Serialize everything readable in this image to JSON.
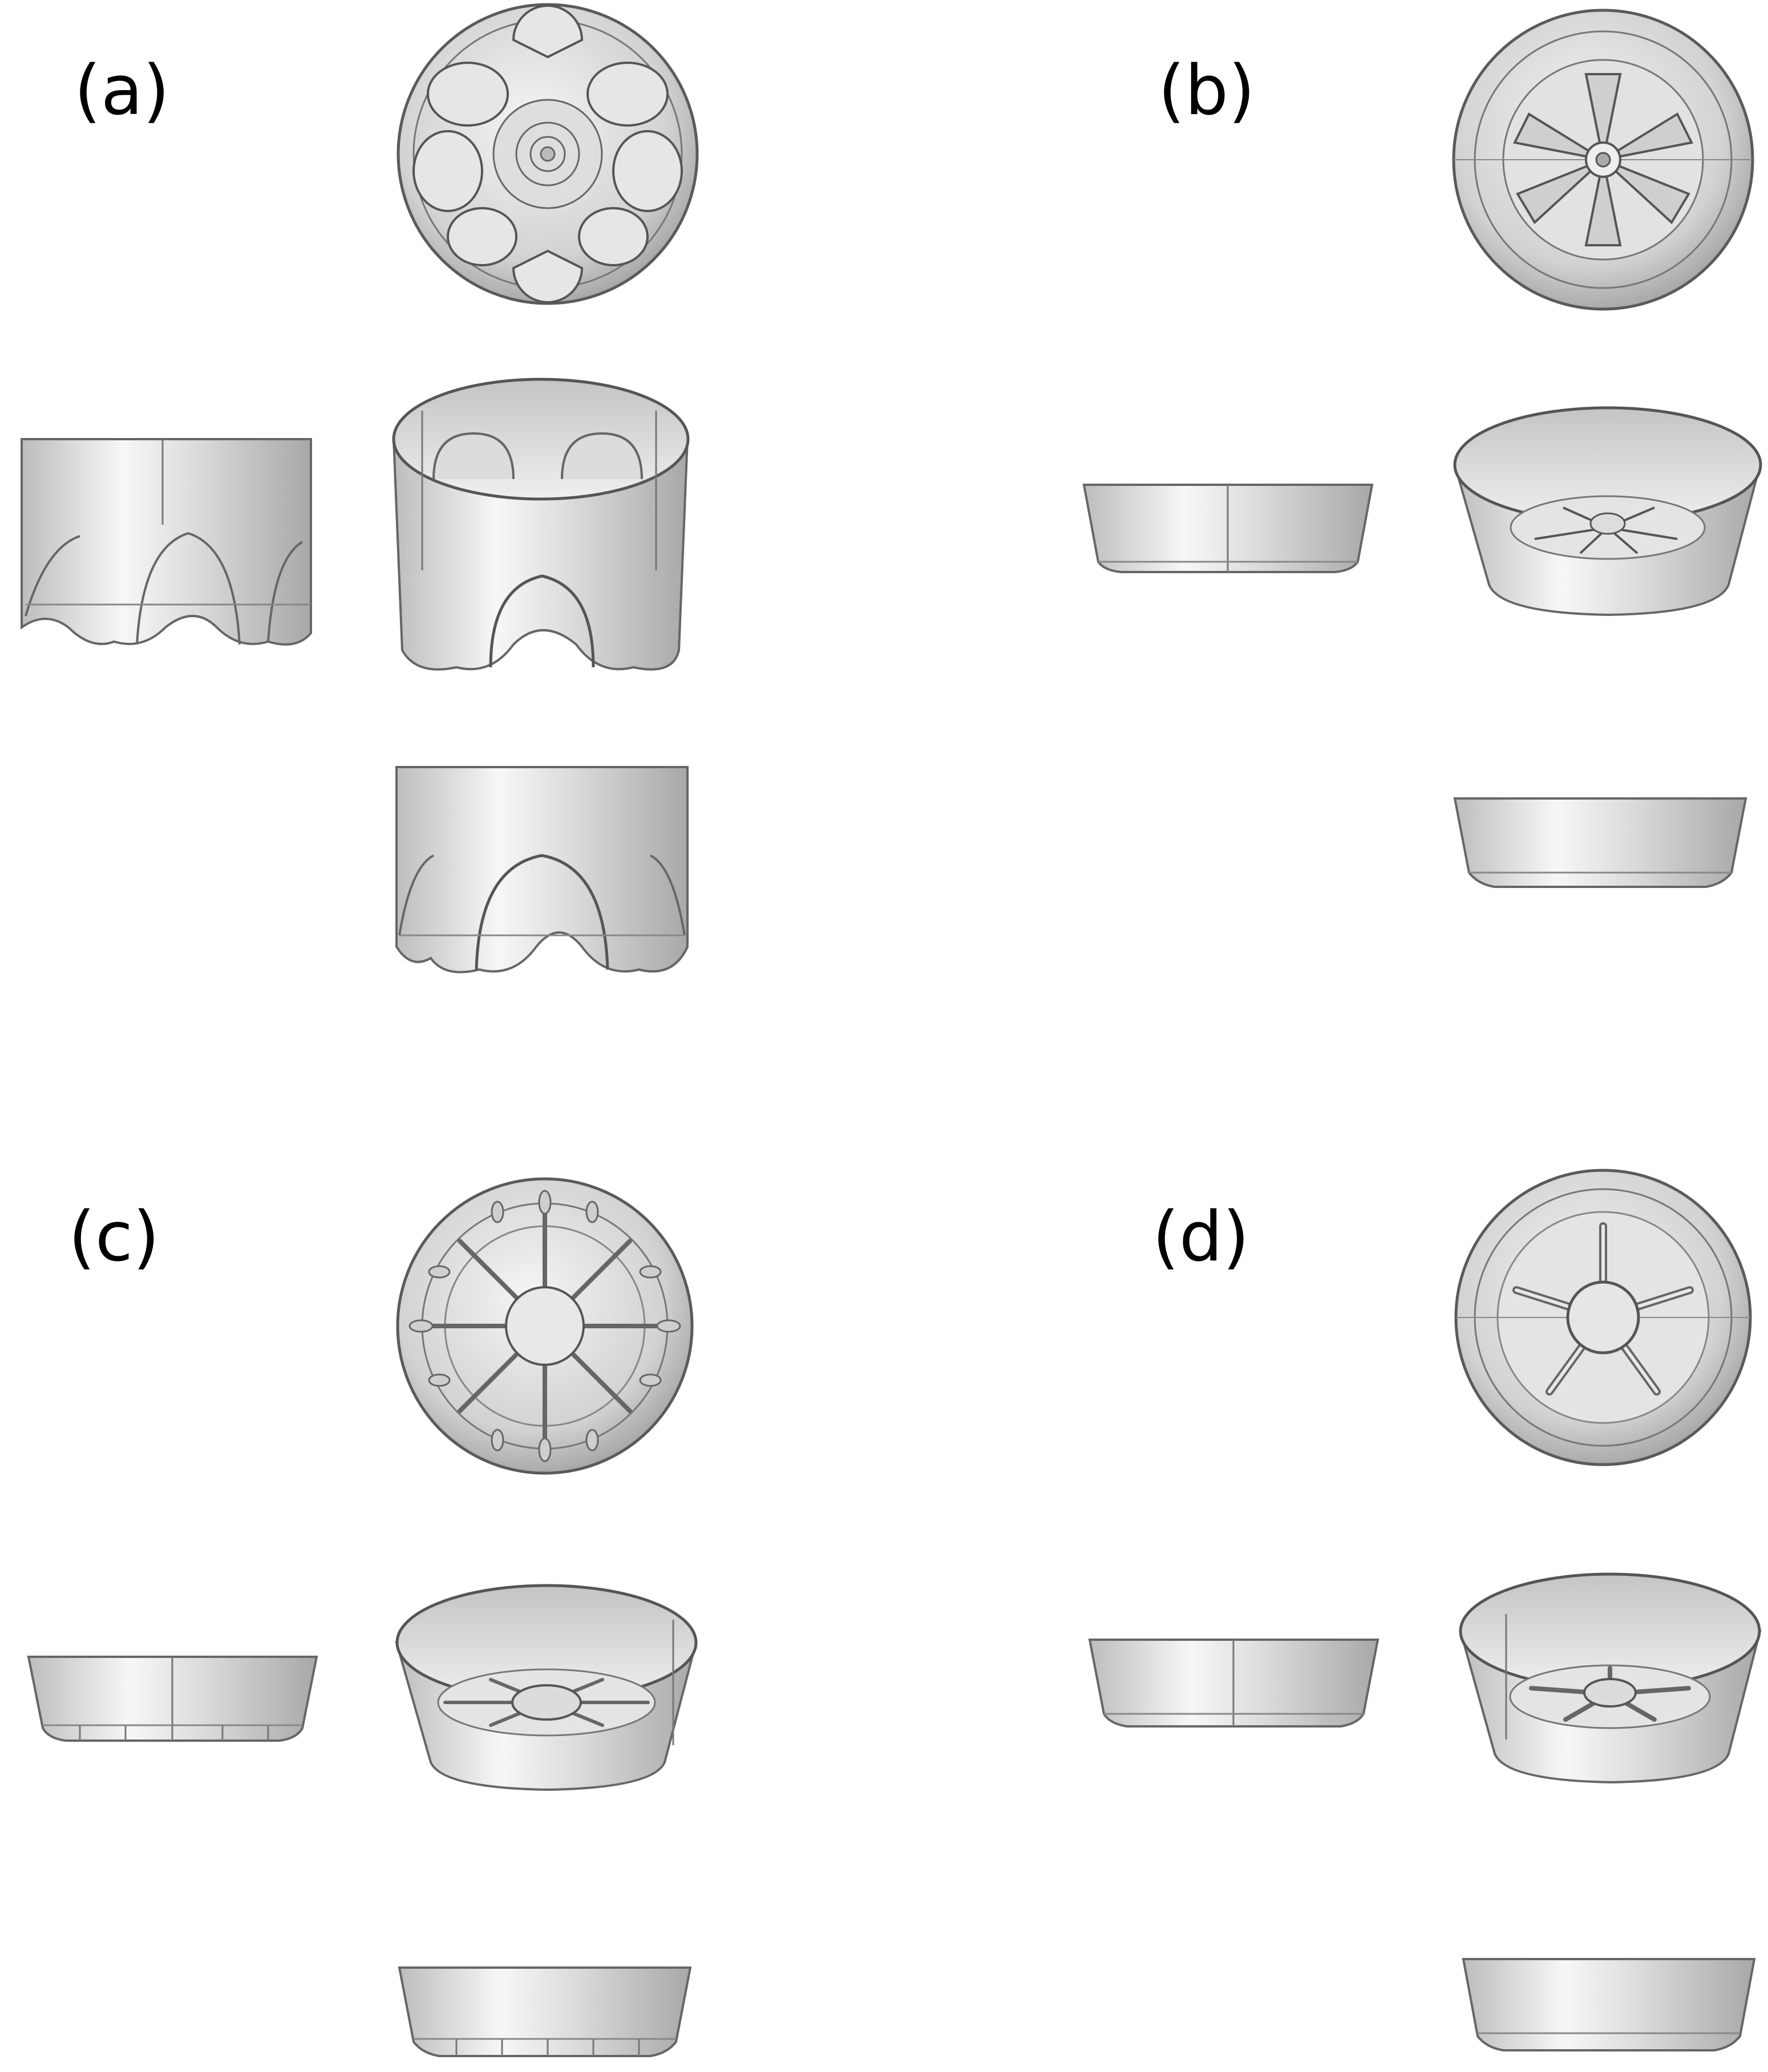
{
  "figure": {
    "panels": [
      {
        "id": "a",
        "label": "(a)",
        "design": "lobed-cup",
        "views": [
          "top-view",
          "side-view",
          "iso-view",
          "front-view"
        ]
      },
      {
        "id": "b",
        "label": "(b)",
        "design": "six-spoke-tray",
        "views": [
          "top-view",
          "side-view",
          "iso-view",
          "front-view"
        ]
      },
      {
        "id": "c",
        "label": "(c)",
        "design": "eight-spoke-ribbed-tray",
        "views": [
          "top-view",
          "side-view",
          "iso-view",
          "front-view"
        ]
      },
      {
        "id": "d",
        "label": "(d)",
        "design": "five-spoke-tray",
        "views": [
          "top-view",
          "side-view",
          "iso-view",
          "front-view"
        ]
      }
    ],
    "colors": {
      "surface_light": "#f4f4f4",
      "surface_mid": "#cfcfcf",
      "surface_dark": "#9a9a9a",
      "edge_line": "#5a5a5a"
    }
  }
}
